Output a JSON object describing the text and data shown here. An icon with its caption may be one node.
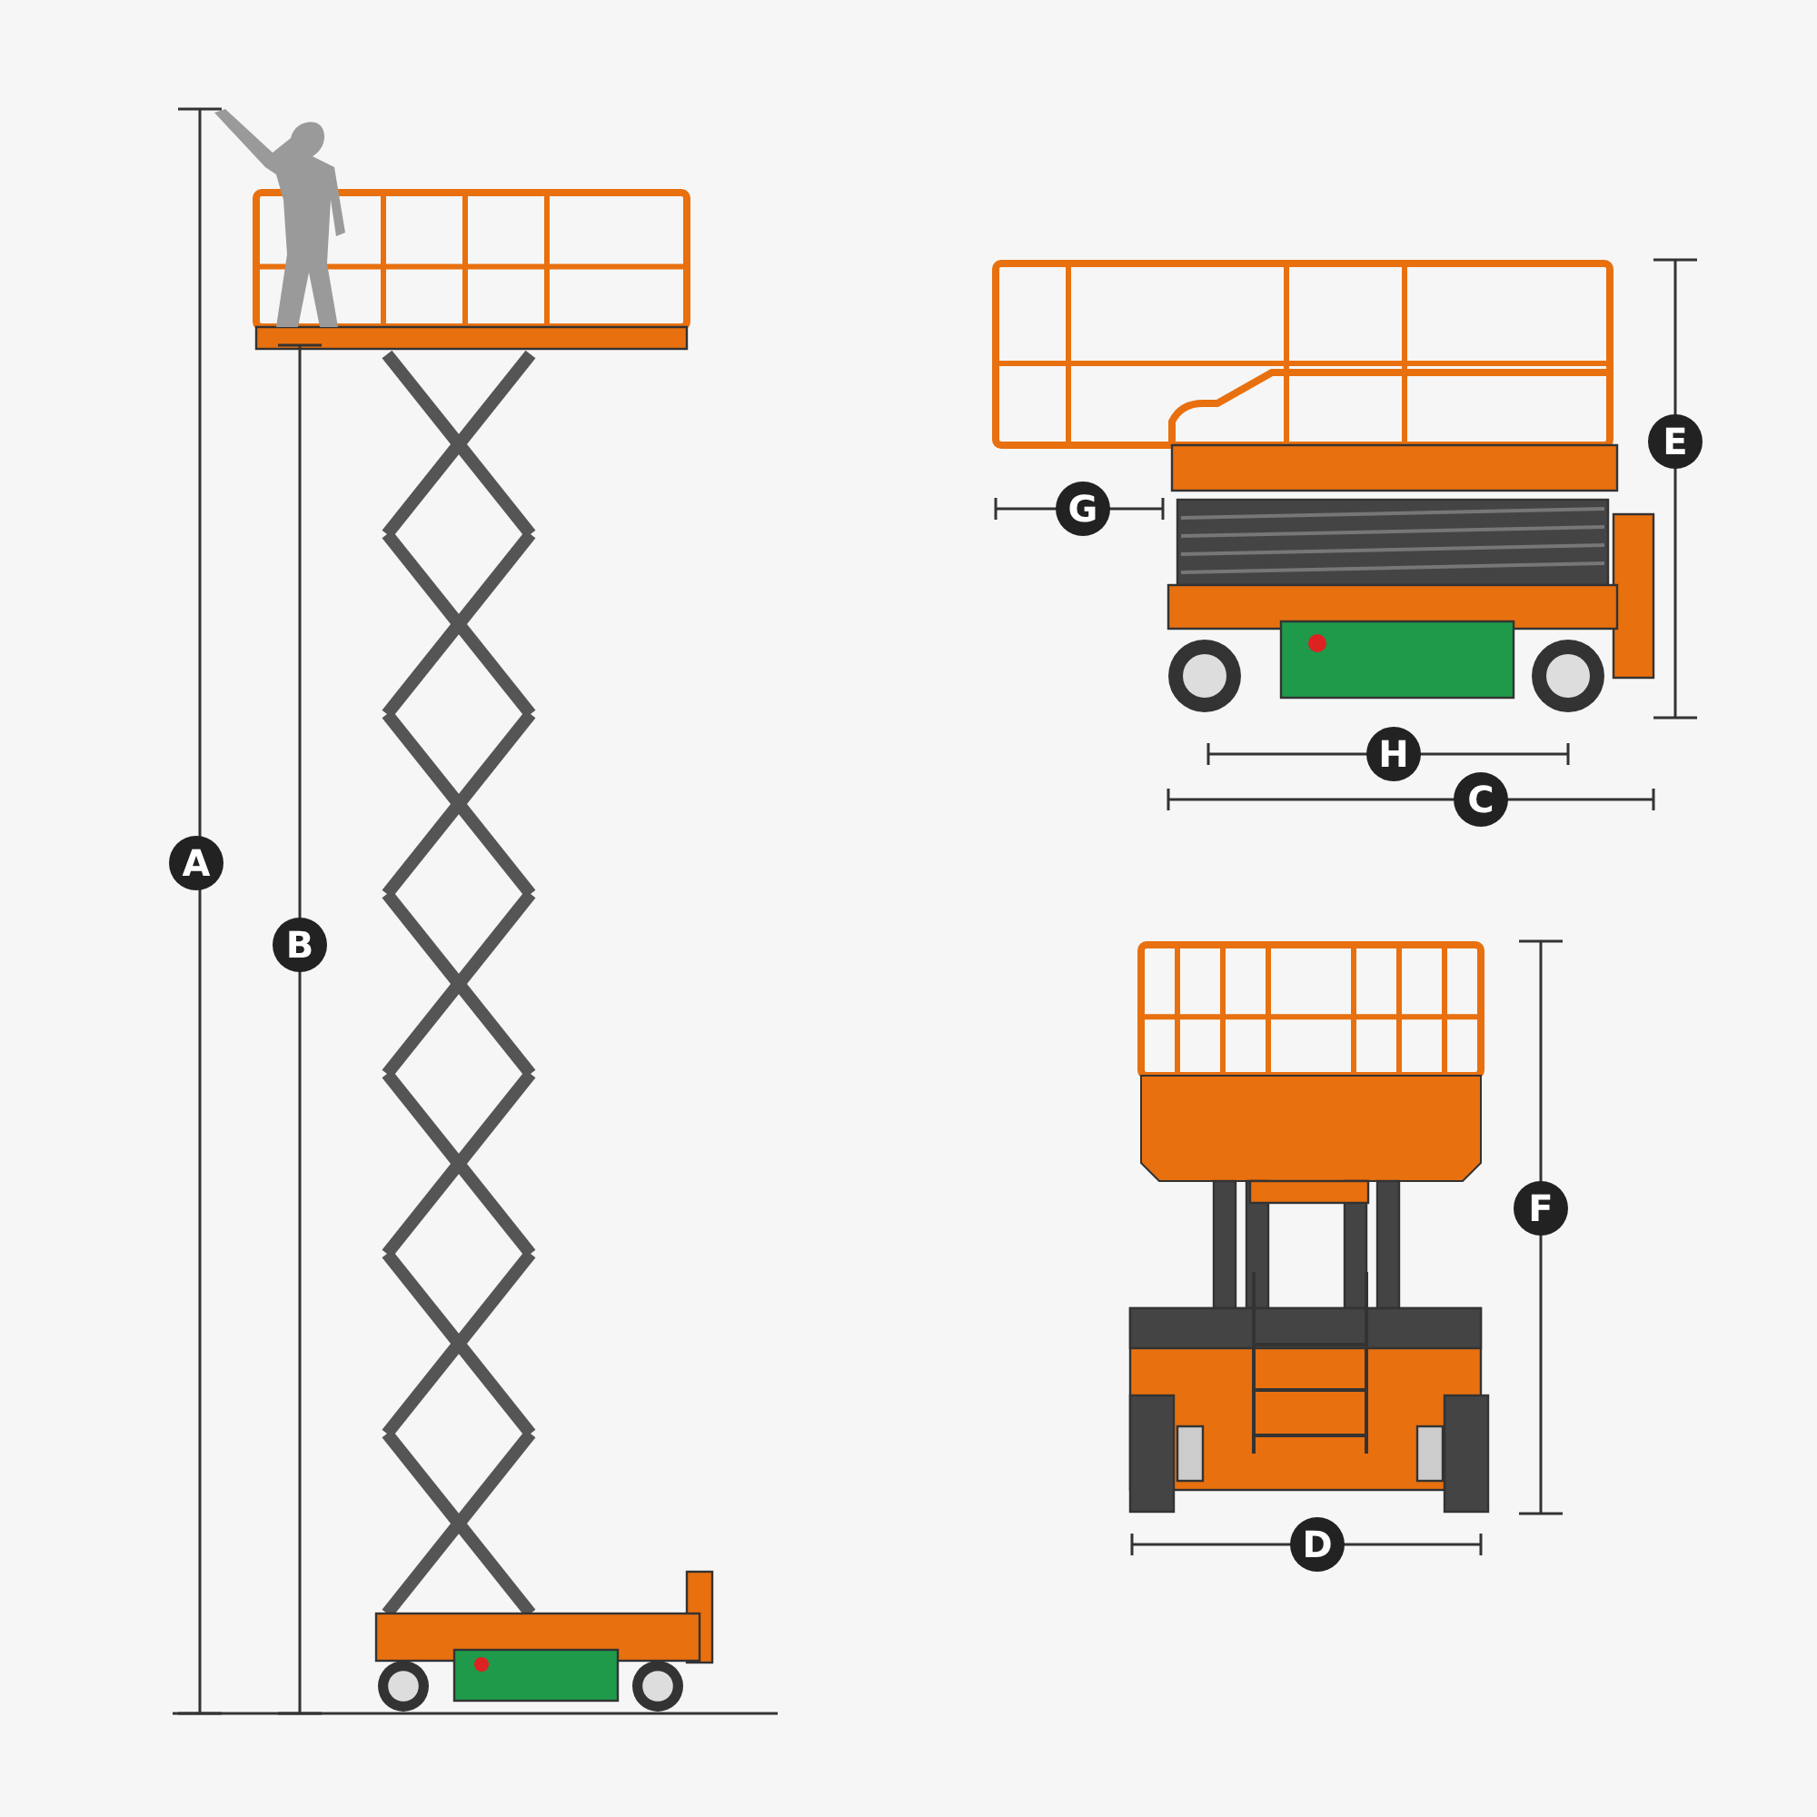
{
  "diagram": {
    "labels": [
      "A",
      "B",
      "E",
      "G",
      "H",
      "C",
      "F",
      "D"
    ]
  }
}
